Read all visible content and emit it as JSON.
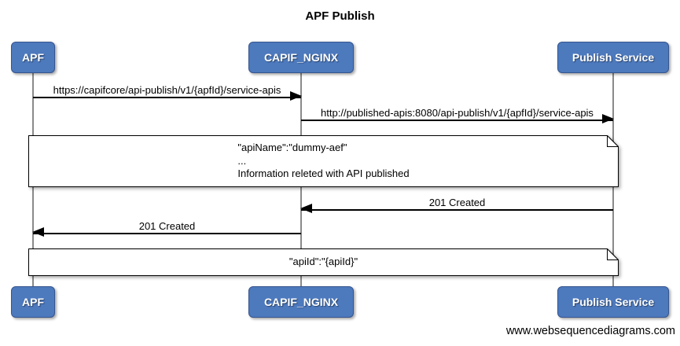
{
  "title": "APF Publish",
  "actors": [
    {
      "label": "APF"
    },
    {
      "label": "CAPIF_NGINX"
    },
    {
      "label": "Publish Service"
    }
  ],
  "messages": [
    {
      "label": "https://capifcore/api-publish/v1/{apfId}/service-apis",
      "from": "APF",
      "to": "CAPIF_NGINX",
      "direction": "right"
    },
    {
      "label": "http://published-apis:8080/api-publish/v1/{apfId}/service-apis",
      "from": "CAPIF_NGINX",
      "to": "Publish Service",
      "direction": "right"
    },
    {
      "label": "201 Created",
      "from": "Publish Service",
      "to": "CAPIF_NGINX",
      "direction": "left"
    },
    {
      "label": "201 Created",
      "from": "CAPIF_NGINX",
      "to": "APF",
      "direction": "left"
    }
  ],
  "notes": [
    {
      "lines": [
        "\"apiName\":\"dummy-aef\"",
        "...",
        "Information releted with API published"
      ]
    },
    {
      "lines": [
        "\"apiId\":\"{apiId}\""
      ]
    }
  ],
  "footer": "www.websequencediagrams.com",
  "colors": {
    "actor_fill": "#4d79bd",
    "actor_border": "#35558e",
    "lifeline": "#8a8a8a",
    "arrow": "#000000",
    "note_fill": "#ffffff",
    "background": "#ffffff"
  }
}
